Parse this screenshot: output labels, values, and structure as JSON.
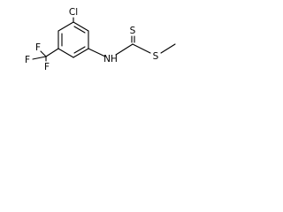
{
  "molecule": {
    "atoms": {
      "chlorine": "Cl",
      "f_top": "F",
      "f_left": "F",
      "f_bottom": "F",
      "nh": "NH",
      "sulfur_thione": "S",
      "sulfur_thioether": "S"
    }
  }
}
